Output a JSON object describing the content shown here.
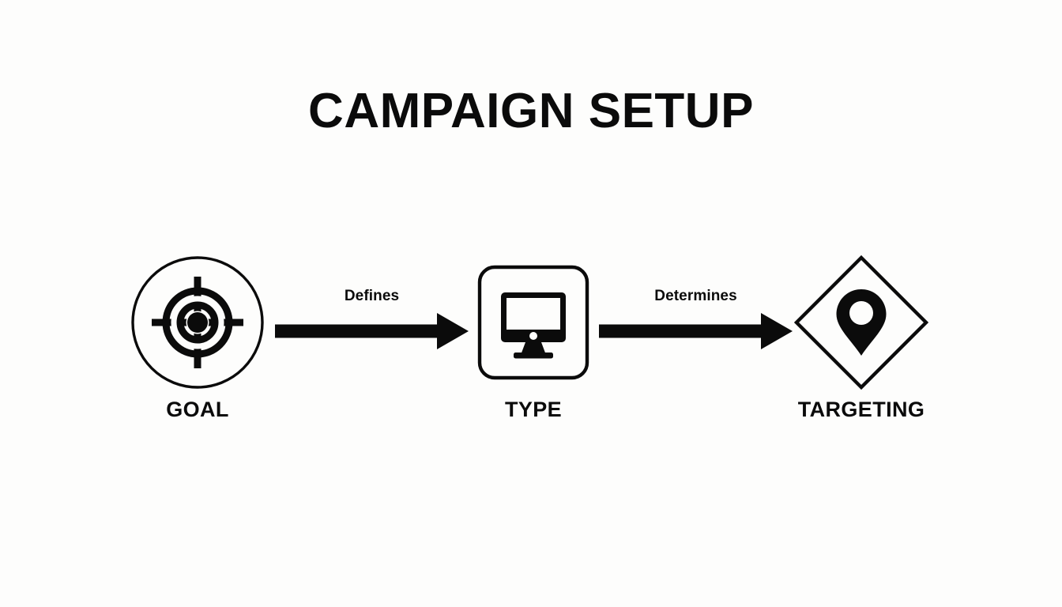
{
  "page": {
    "title": "CAMPAIGN SETUP",
    "background_color": "#FDFDFC",
    "ink_color": "#0B0B0B"
  },
  "diagram": {
    "type": "flow",
    "orientation": "horizontal",
    "nodes": [
      {
        "id": "goal",
        "label": "GOAL",
        "shape": "circle",
        "icon": "crosshair-target-icon"
      },
      {
        "id": "type",
        "label": "TYPE",
        "shape": "rounded-square",
        "icon": "desktop-monitor-icon"
      },
      {
        "id": "targeting",
        "label": "TARGETING",
        "shape": "diamond",
        "icon": "map-pin-icon"
      }
    ],
    "connectors": [
      {
        "id": "defines",
        "label": "Defines",
        "from": "goal",
        "to": "type",
        "style": "solid-block-arrow",
        "direction": "right"
      },
      {
        "id": "determines",
        "label": "Determines",
        "from": "type",
        "to": "targeting",
        "style": "solid-block-arrow",
        "direction": "right"
      }
    ]
  }
}
